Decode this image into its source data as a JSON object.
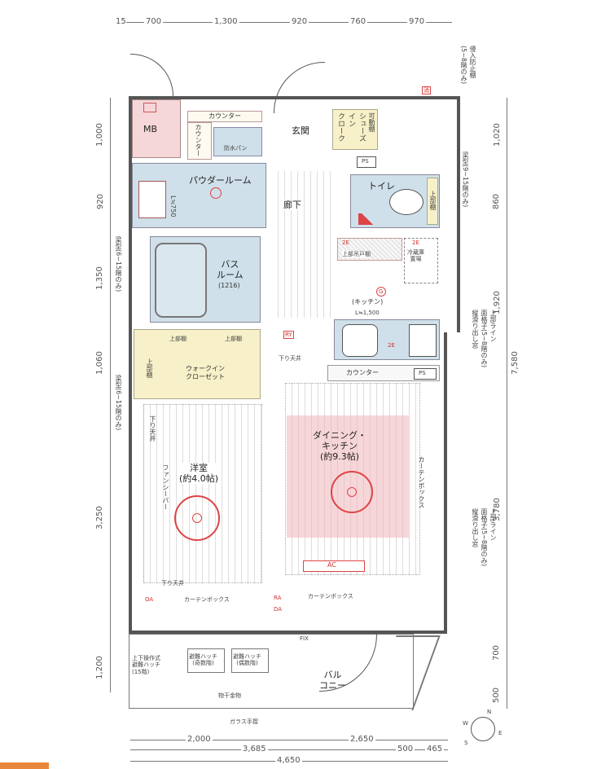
{
  "dimensions": {
    "top": [
      "15",
      "700",
      "1,300",
      "920",
      "760",
      "970"
    ],
    "left": [
      "1,000",
      "920",
      "1,350",
      "1,060",
      "3,250",
      "1,200"
    ],
    "right": [
      "1,020",
      "860",
      "1,920",
      "3,780",
      "7,580",
      "700",
      "500"
    ],
    "bottom_row1": [
      "2,000",
      "2,650"
    ],
    "bottom_row2": [
      "3,685",
      "500",
      "465"
    ],
    "bottom_row3": [
      "4,650"
    ]
  },
  "rooms": {
    "mb": "MB",
    "counter_top": "カウンター",
    "counter_side": "カウンター",
    "waterproof_pan": "防水パン",
    "entrance": "玄関",
    "shoes_closet": "シューズ\nイン\nクローク",
    "movable_shelf": "可動棚",
    "ps_top": "PS",
    "powder_room": "パウダールーム",
    "powder_l": "L≒750",
    "corridor": "廊下",
    "toilet": "トイレ",
    "toilet_shelf": "上部棚",
    "bathroom": "バス\nルーム",
    "bathroom_size": "(1216)",
    "upper_cupboard": "上部吊戸棚",
    "fridge": "冷蔵庫\n置場",
    "kitchen": "(キッチン)",
    "kitchen_l": "L≒1,500",
    "walk_in_closet": "ウォークイン\nクローゼット",
    "upper_shelf_1": "上部棚",
    "upper_shelf_2": "上部棚",
    "upper_shelf_3": "上部棚",
    "ceiling_drop_1": "下り天井",
    "ceiling_drop_2": "下り天井",
    "ceiling_drop_3": "下り天井",
    "counter_kitchen": "カウンター",
    "ps_kitchen": "PS",
    "western_room": "洋室\n(約4.0帖)",
    "fan_sieve": "ファンシーバー",
    "dining_kitchen": "ダイニング・\nキッチン\n(約9.3帖)",
    "curtain_box_1": "カーテンボックス",
    "curtain_box_2": "カーテンボックス",
    "curtain_box_3": "カーテンボックス",
    "ac": "AC",
    "fix": "FIX",
    "balcony": "バル\nコニー",
    "hatch_1": "上下操作式\n避難ハッチ\n(15階)",
    "hatch_2": "避難ハッチ\n(奇数階)",
    "hatch_3": "避難ハッチ\n(偶数階)",
    "hardware": "物干金物",
    "glass_rail": "ガラス手摺",
    "ry": "RY",
    "extinguisher": "消",
    "note_right_top": "侵入防止棚\n(5~8階のみ)",
    "note_beam_right": "梁型(9~15階のみ)",
    "note_beam_left_1": "梁型(6~15階のみ)",
    "note_beam_left_2": "梁型(6~15階のみ)",
    "note_right_mid": "上部ライン\n面格子(5~8階のみ)\n縦滑り出し窓",
    "note_right_low": "上部ライン\n面格子(5~8階のみ)\n縦滑り出し窓",
    "code_2e_1": "2E",
    "code_2e_2": "2E",
    "code_2e_3": "2E",
    "code_g": "G",
    "code_oa": "OA",
    "code_ra": "RA",
    "code_da": "DA"
  },
  "compass": [
    "N",
    "E",
    "S",
    "W"
  ],
  "colors": {
    "bath_blue": "#cfe0ea",
    "storage_yellow": "#f7f0c8",
    "mb_pink": "#f6d7d9",
    "ldk_pink": "#f6d7d9",
    "fixture_red": "#d44444",
    "accent_orange": "#e8873a"
  }
}
